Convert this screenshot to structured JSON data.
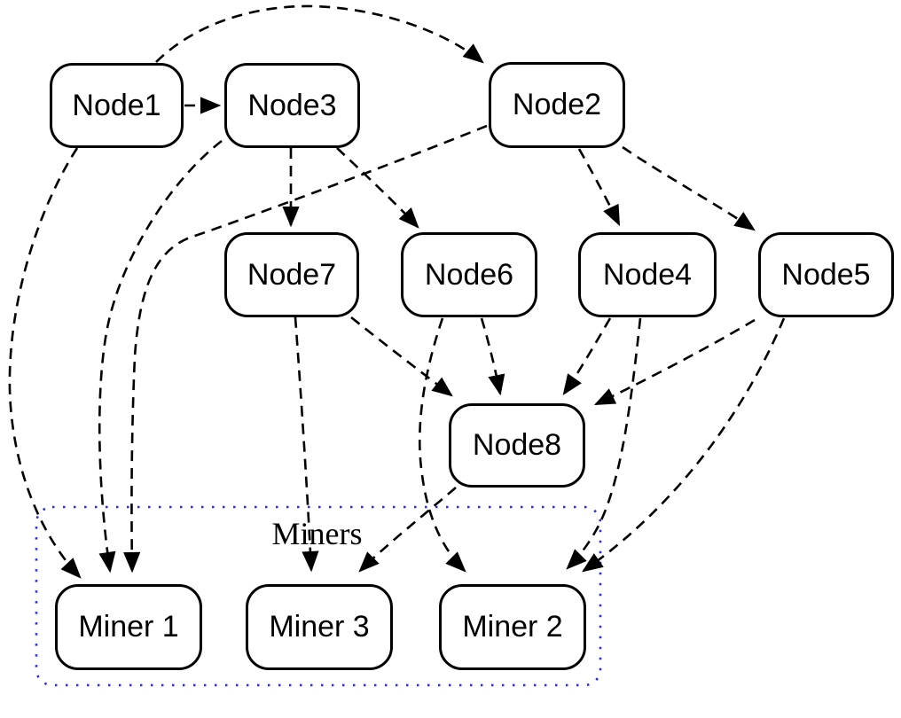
{
  "diagram": {
    "type": "directed-graph",
    "cluster": {
      "label": "Miners",
      "border_color": "#2d2dd8",
      "border_style": "dotted",
      "members": [
        "Miner 1",
        "Miner 3",
        "Miner 2"
      ]
    },
    "colors": {
      "background": "#ffffff",
      "edge": "#000000",
      "node_border": "#000000",
      "node_fill": "#ffffff",
      "node_text": "#000000"
    },
    "edge_style": "dashed",
    "arrowhead": "solid-triangle",
    "nodes": [
      {
        "id": "Node1",
        "label": "Node1"
      },
      {
        "id": "Node3",
        "label": "Node3"
      },
      {
        "id": "Node2",
        "label": "Node2"
      },
      {
        "id": "Node7",
        "label": "Node7"
      },
      {
        "id": "Node6",
        "label": "Node6"
      },
      {
        "id": "Node4",
        "label": "Node4"
      },
      {
        "id": "Node5",
        "label": "Node5"
      },
      {
        "id": "Node8",
        "label": "Node8"
      },
      {
        "id": "Miner 1",
        "label": "Miner 1",
        "in_cluster": true
      },
      {
        "id": "Miner 3",
        "label": "Miner 3",
        "in_cluster": true
      },
      {
        "id": "Miner 2",
        "label": "Miner 2",
        "in_cluster": true
      }
    ],
    "edges": [
      {
        "from": "Node1",
        "to": "Node3"
      },
      {
        "from": "Node1",
        "to": "Node2"
      },
      {
        "from": "Node1",
        "to": "Miner 1"
      },
      {
        "from": "Node3",
        "to": "Node7"
      },
      {
        "from": "Node3",
        "to": "Node6"
      },
      {
        "from": "Node3",
        "to": "Miner 1"
      },
      {
        "from": "Node2",
        "to": "Node4"
      },
      {
        "from": "Node2",
        "to": "Node5"
      },
      {
        "from": "Node2",
        "to": "Miner 1"
      },
      {
        "from": "Node7",
        "to": "Node8"
      },
      {
        "from": "Node7",
        "to": "Miner 3"
      },
      {
        "from": "Node6",
        "to": "Node8"
      },
      {
        "from": "Node6",
        "to": "Miner 2"
      },
      {
        "from": "Node4",
        "to": "Node8"
      },
      {
        "from": "Node4",
        "to": "Miner 2"
      },
      {
        "from": "Node5",
        "to": "Node8"
      },
      {
        "from": "Node5",
        "to": "Miner 2"
      },
      {
        "from": "Node8",
        "to": "Miner 3"
      }
    ]
  }
}
